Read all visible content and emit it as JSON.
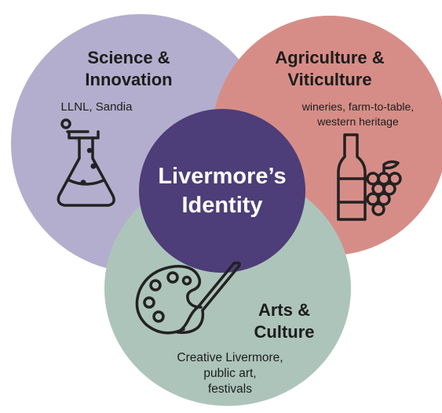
{
  "center": {
    "title_line1": "Livermore’s",
    "title_line2": "Identity"
  },
  "science": {
    "title_line1": "Science &",
    "title_line2": "Innovation",
    "detail": "LLNL, Sandia",
    "icon": "flask-icon"
  },
  "agriculture": {
    "title_line1": "Agriculture &",
    "title_line2": "Viticulture",
    "detail_line1": "wineries, farm-to-table,",
    "detail_line2": "western heritage",
    "icon": "wine-grapes-icon"
  },
  "arts": {
    "title_line1": "Arts &",
    "title_line2": "Culture",
    "detail_line1": "Creative Livermore,",
    "detail_line2": "public art,",
    "detail_line3": "festivals",
    "icon": "palette-icon"
  },
  "colors": {
    "science": "#b3aecd",
    "agriculture": "#d78d87",
    "arts": "#adc4bb",
    "center": "#4d3d78"
  }
}
